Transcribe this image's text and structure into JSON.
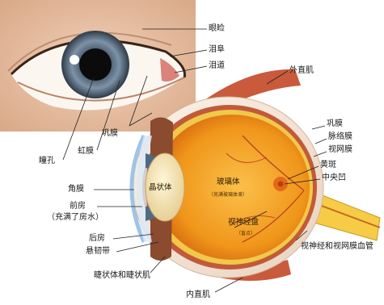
{
  "labels": {
    "eyelid": "眼睑",
    "lacrimal_caruncle": "泪阜",
    "lacrimal_duct": "泪道",
    "lateral_rectus": "外直肌",
    "sclera_front": "巩膜",
    "iris": "虹膜",
    "pupil": "瞳孔",
    "sclera_right": "巩膜",
    "choroid": "脉络膜",
    "retina": "视网膜",
    "macula": "黄斑",
    "fovea": "中央凹",
    "cornea": "角膜",
    "anterior_chamber": "前房",
    "anterior_chamber_note": "（充满了房水）",
    "lens": "晶状体",
    "vitreous": "玻璃体",
    "vitreous_note": "（充满玻璃体液）",
    "optic_disc": "视神经盘",
    "optic_disc_note": "（盲点）",
    "posterior_chamber": "后房",
    "zonule": "悬韧带",
    "optic_nerve": "视神经和视网膜血管",
    "ciliary": "睫状体和睫状肌",
    "medial_rectus": "内直肌"
  },
  "colors": {
    "iris": "#6b7f93",
    "vitreous": "#f3a21b",
    "sclera": "#f6e6d6",
    "retina_band": "#f0c94a",
    "optic_nerve": "#f6cc46",
    "muscle": "#c95a3c"
  }
}
